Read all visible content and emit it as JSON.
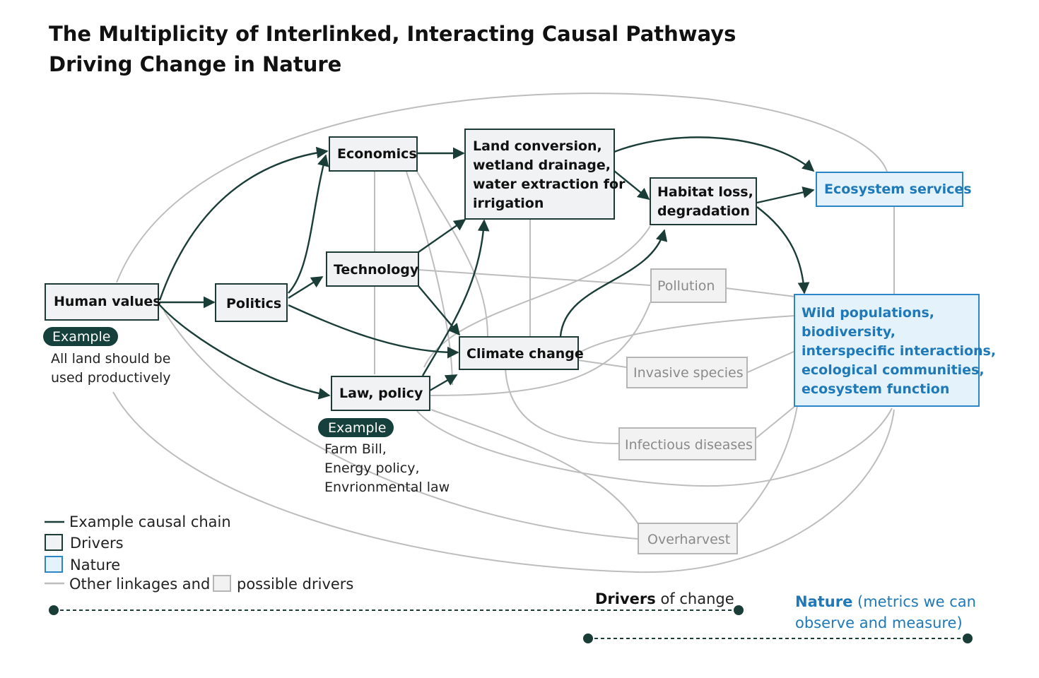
{
  "title": {
    "line1": "The Multiplicity of Interlinked, Interacting Causal Pathways",
    "line2": "Driving Change in Nature"
  },
  "nodes": {
    "human_values": "Human values",
    "politics": "Politics",
    "economics": "Economics",
    "technology": "Technology",
    "law_policy": "Law, policy",
    "land_conversion": [
      "Land conversion,",
      "wetland drainage,",
      "water extraction for",
      "irrigation"
    ],
    "climate_change": "Climate change",
    "habitat_loss": [
      "Habitat loss,",
      "degradation"
    ],
    "ecosystem_services": "Ecosystem services",
    "wild_populations": [
      "Wild populations,",
      "biodiversity,",
      "interspecific interactions,",
      "ecological communities,",
      "ecosystem function"
    ],
    "pollution": "Pollution",
    "invasive_species": "Invasive species",
    "infectious_diseases": "Infectious diseases",
    "overharvest": "Overharvest"
  },
  "examples": {
    "label": "Example",
    "human_values_lines": [
      "All land should be",
      "used productively"
    ],
    "law_policy_lines": [
      "Farm Bill,",
      "Energy policy,",
      "Envrionmental law"
    ]
  },
  "legend": {
    "causal_chain": "Example causal chain",
    "drivers": "Drivers",
    "nature": "Nature",
    "other_prefix": "Other linkages and",
    "other_suffix": "possible drivers"
  },
  "scale": {
    "drivers_bold": "Drivers",
    "drivers_rest": " of change",
    "nature_bold": "Nature",
    "nature_rest_1": " (metrics we can",
    "nature_rest_2": "observe and measure)"
  },
  "colors": {
    "chain": "#1b3d38",
    "nature_blue": "#1f79b8",
    "pill": "#15403b",
    "gray_link": "#bdbdbd"
  }
}
